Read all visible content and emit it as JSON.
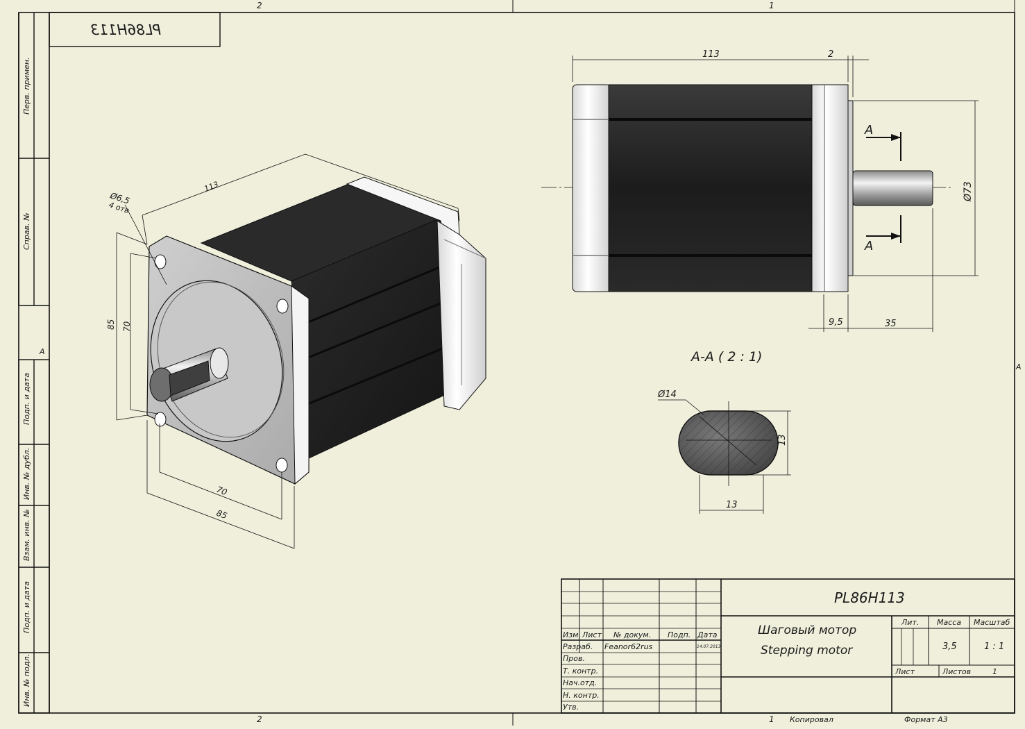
{
  "sheet": {
    "zone_top_2": "2",
    "zone_top_1": "1",
    "zone_bottom_2": "2",
    "zone_bottom_1": "1",
    "zone_left_a": "A",
    "zone_right_a": "A",
    "mirrored_code": "PL86H113",
    "side_labels": [
      "Перв. примен.",
      "Справ. №",
      "Подп. и дата",
      "Инв. № дубл.",
      "Взам. инв. №",
      "Подп. и дата",
      "Инв. № подл."
    ],
    "copied_label": "Копировал",
    "format_label": "Формат А3"
  },
  "iso_view": {
    "dim_hole": "Ø6,5",
    "dim_hole_count": "4 отв",
    "dim_length": "113",
    "dim_85_vertical": "85",
    "dim_70_vertical": "70",
    "dim_70_horizontal": "70",
    "dim_85_horizontal": "85"
  },
  "side_view": {
    "dim_113": "113",
    "dim_2": "2",
    "dim_d73": "Ø73",
    "dim_9_5": "9,5",
    "dim_35": "35",
    "section_mark_top": "A",
    "section_mark_bottom": "A"
  },
  "section_view": {
    "title": "A-A ( 2 : 1)",
    "dim_d14": "Ø14",
    "dim_13_vertical": "13",
    "dim_13_horizontal": "13"
  },
  "title_block": {
    "designation": "PL86H113",
    "name_ru": "Шаговый мотор",
    "name_en": "Stepping motor",
    "header_izm": "Изм.",
    "header_list": "Лист",
    "header_doc": "№ докум.",
    "header_podp": "Подп.",
    "header_date": "Дата",
    "row_razrab": "Разраб.",
    "author": "Feanor62rus",
    "date": "14.07.2013",
    "row_prov": "Пров.",
    "row_tkontr": "Т. контр.",
    "row_nachotd": "Нач.отд.",
    "row_nkontr": "Н. контр.",
    "row_utv": "Утв.",
    "lit_label": "Лит.",
    "mass_label": "Масса",
    "scale_label": "Масштаб",
    "mass_value": "3,5",
    "scale_value": "1 : 1",
    "sheet_label": "Лист",
    "sheets_label": "Листов",
    "sheets_value": "1"
  }
}
